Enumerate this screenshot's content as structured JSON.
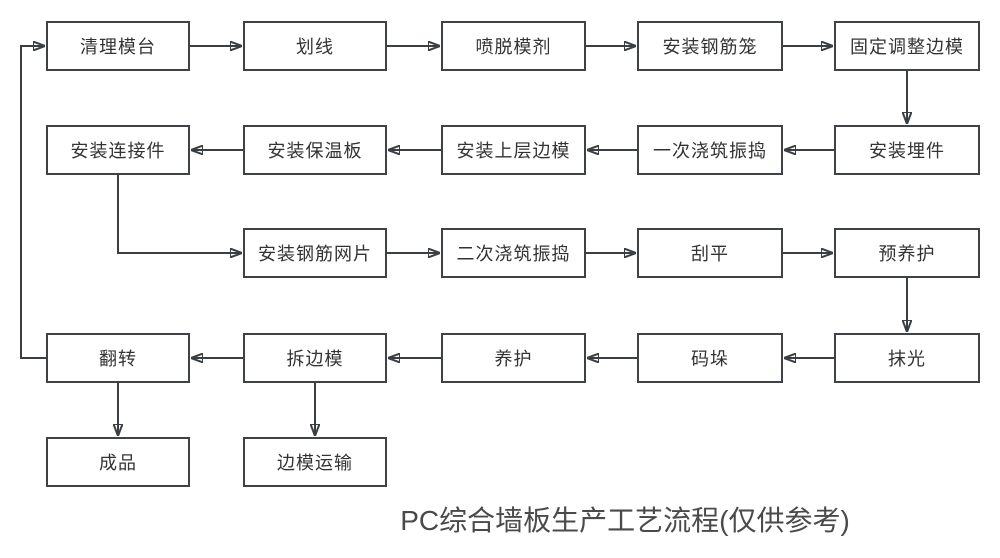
{
  "caption": "PC综合墙板生产工艺流程(仅供参考)",
  "colors": {
    "background": "#ffffff",
    "box_border": "#3e4247",
    "box_fill": "#ffffff",
    "box_text": "#333333",
    "arrow_line": "#3b3f44",
    "caption_text": "#4a4a4a"
  },
  "nodes": [
    {
      "id": "clean-mold-table",
      "label": "清理模台",
      "row": 1,
      "col": 1
    },
    {
      "id": "marking-lines",
      "label": "划线",
      "row": 1,
      "col": 2
    },
    {
      "id": "spray-release-agent",
      "label": "喷脱模剂",
      "row": 1,
      "col": 3
    },
    {
      "id": "install-rebar-cage",
      "label": "安装钢筋笼",
      "row": 1,
      "col": 4
    },
    {
      "id": "fix-adjust-side-mold",
      "label": "固定调整边模",
      "row": 1,
      "col": 5
    },
    {
      "id": "install-connectors",
      "label": "安装连接件",
      "row": 2,
      "col": 1
    },
    {
      "id": "install-insulation-board",
      "label": "安装保温板",
      "row": 2,
      "col": 2
    },
    {
      "id": "install-upper-side-mold",
      "label": "安装上层边模",
      "row": 2,
      "col": 3
    },
    {
      "id": "first-pour-vibrate",
      "label": "一次浇筑振捣",
      "row": 2,
      "col": 4
    },
    {
      "id": "install-embedded-parts",
      "label": "安装埋件",
      "row": 2,
      "col": 5
    },
    {
      "id": "install-rebar-mesh",
      "label": "安装钢筋网片",
      "row": 3,
      "col": 2
    },
    {
      "id": "second-pour-vibrate",
      "label": "二次浇筑振捣",
      "row": 3,
      "col": 3
    },
    {
      "id": "screed-flat",
      "label": "刮平",
      "row": 3,
      "col": 4
    },
    {
      "id": "pre-curing",
      "label": "预养护",
      "row": 3,
      "col": 5
    },
    {
      "id": "flip",
      "label": "翻转",
      "row": 4,
      "col": 1
    },
    {
      "id": "remove-side-mold",
      "label": "拆边模",
      "row": 4,
      "col": 2
    },
    {
      "id": "curing",
      "label": "养护",
      "row": 4,
      "col": 3
    },
    {
      "id": "stacking",
      "label": "码垛",
      "row": 4,
      "col": 4
    },
    {
      "id": "trowel-polish",
      "label": "抹光",
      "row": 4,
      "col": 5
    },
    {
      "id": "finished-product",
      "label": "成品",
      "row": 5,
      "col": 1
    },
    {
      "id": "side-mold-transport",
      "label": "边模运输",
      "row": 5,
      "col": 2
    }
  ],
  "edges": [
    {
      "from": "clean-mold-table",
      "to": "marking-lines"
    },
    {
      "from": "marking-lines",
      "to": "spray-release-agent"
    },
    {
      "from": "spray-release-agent",
      "to": "install-rebar-cage"
    },
    {
      "from": "install-rebar-cage",
      "to": "fix-adjust-side-mold"
    },
    {
      "from": "fix-adjust-side-mold",
      "to": "install-embedded-parts"
    },
    {
      "from": "install-embedded-parts",
      "to": "first-pour-vibrate"
    },
    {
      "from": "first-pour-vibrate",
      "to": "install-upper-side-mold"
    },
    {
      "from": "install-upper-side-mold",
      "to": "install-insulation-board"
    },
    {
      "from": "install-insulation-board",
      "to": "install-connectors"
    },
    {
      "from": "install-connectors",
      "to": "install-rebar-mesh"
    },
    {
      "from": "install-rebar-mesh",
      "to": "second-pour-vibrate"
    },
    {
      "from": "second-pour-vibrate",
      "to": "screed-flat"
    },
    {
      "from": "screed-flat",
      "to": "pre-curing"
    },
    {
      "from": "pre-curing",
      "to": "trowel-polish"
    },
    {
      "from": "trowel-polish",
      "to": "stacking"
    },
    {
      "from": "stacking",
      "to": "curing"
    },
    {
      "from": "curing",
      "to": "remove-side-mold"
    },
    {
      "from": "remove-side-mold",
      "to": "flip"
    },
    {
      "from": "flip",
      "to": "finished-product"
    },
    {
      "from": "remove-side-mold",
      "to": "side-mold-transport"
    },
    {
      "from": "flip",
      "to": "clean-mold-table"
    }
  ]
}
